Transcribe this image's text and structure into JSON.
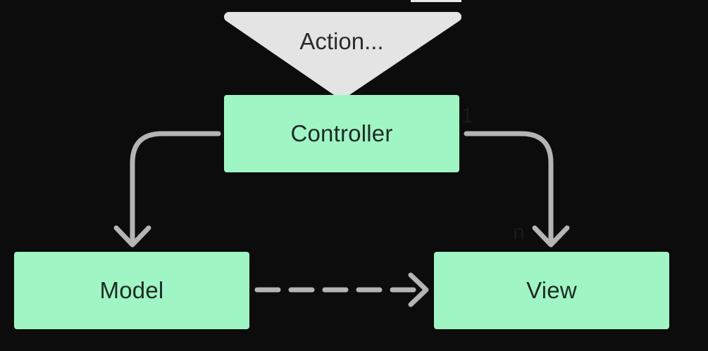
{
  "trigger": {
    "label": "Action..."
  },
  "nodes": {
    "controller": "Controller",
    "model": "Model",
    "view": "View"
  },
  "multiplicity": {
    "controller_side": "1",
    "view_side": "n"
  },
  "colors": {
    "background": "#0c0c0c",
    "node_fill": "#9ff5c4",
    "node_text": "#1f2a24",
    "arrow": "#b4b4b4",
    "trigger_fill": "#e4e4e4"
  }
}
